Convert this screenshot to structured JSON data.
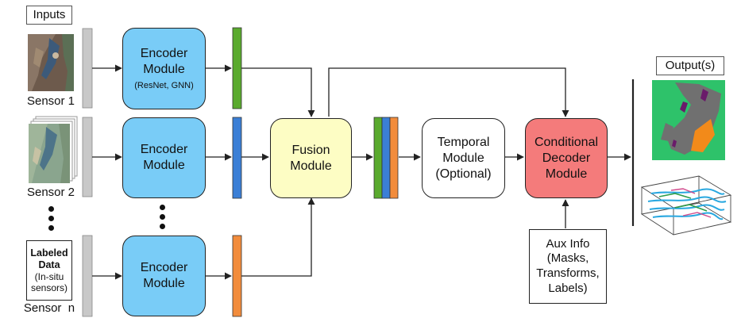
{
  "inputs_title": "Inputs",
  "outputs_title": "Output(s)",
  "sensors": [
    {
      "name": "Sensor 1"
    },
    {
      "name": "Sensor 2"
    },
    {
      "name": "Sensor  n"
    }
  ],
  "labeled_data": {
    "title_line1": "Labeled",
    "title_line2": "Data",
    "sub_line1": "(In-situ",
    "sub_line2": "sensors)"
  },
  "encoders": [
    {
      "line1": "Encoder",
      "line2": "Module",
      "sub": "(ResNet, GNN)"
    },
    {
      "line1": "Encoder",
      "line2": "Module",
      "sub": ""
    },
    {
      "line1": "Encoder",
      "line2": "Module",
      "sub": ""
    }
  ],
  "fusion": {
    "line1": "Fusion",
    "line2": "Module"
  },
  "temporal": {
    "line1": "Temporal",
    "line2": "Module",
    "line3": "(Optional)"
  },
  "decoder": {
    "line1": "Conditional",
    "line2": "Decoder",
    "line3": "Module"
  },
  "aux": {
    "line1": "Aux Info",
    "line2": "(Masks,",
    "line3": "Transforms,",
    "line4": "Labels)"
  },
  "colors": {
    "encoder_fill": "#79ccf7",
    "fusion_fill": "#fdfdc4",
    "decoder_fill": "#f47b7b",
    "feature_green": "#5aaa2e",
    "feature_blue": "#3b7fd6",
    "feature_orange": "#f28c3c",
    "input_bar_gray": "#c8c8c8",
    "map_green": "#2ec26a",
    "map_gray": "#707070",
    "map_orange": "#f28a1a",
    "map_purple": "#6a1b6a"
  },
  "icons": [
    "satellite-image-icon",
    "image-stack-icon",
    "land-cover-map-icon",
    "3d-point-cloud-icon"
  ]
}
